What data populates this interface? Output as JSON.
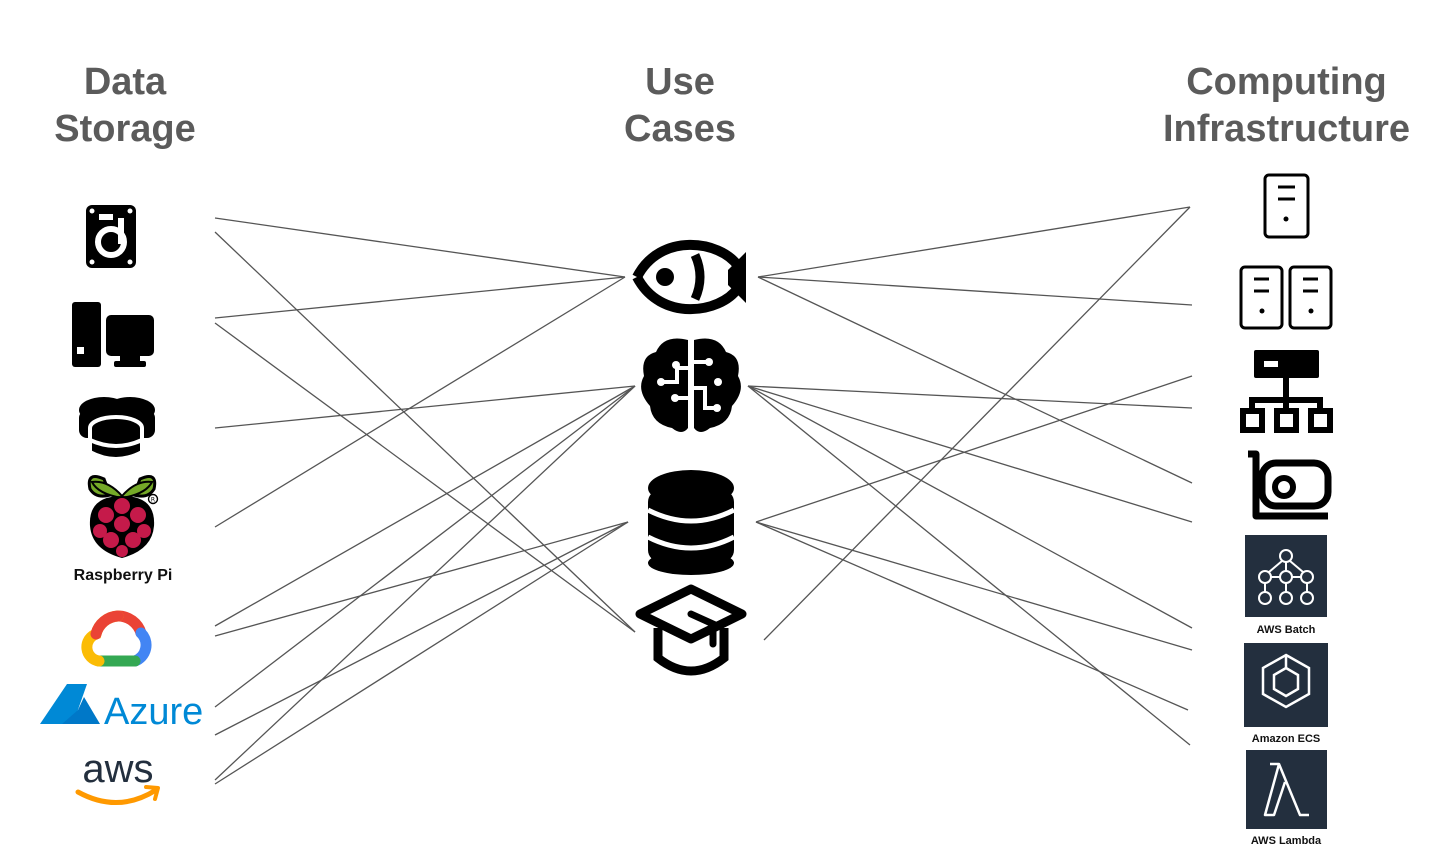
{
  "headings": {
    "storage": [
      "Data",
      "Storage"
    ],
    "use_cases": [
      "Use",
      "Cases"
    ],
    "computing": [
      "Computing",
      "Infrastructure"
    ]
  },
  "storage_nodes": [
    {
      "id": "hard-drive",
      "icon": "hard-drive-icon"
    },
    {
      "id": "desktop-computer",
      "icon": "desktop-computer-icon"
    },
    {
      "id": "database-cluster",
      "icon": "database-cluster-icon"
    },
    {
      "id": "raspberry-pi",
      "icon": "raspberry-pi-logo",
      "label": "Raspberry Pi"
    },
    {
      "id": "google-cloud",
      "icon": "google-cloud-logo"
    },
    {
      "id": "azure",
      "icon": "azure-logo",
      "label": "Azure"
    },
    {
      "id": "aws",
      "icon": "aws-logo",
      "label": "aws"
    }
  ],
  "use_case_nodes": [
    {
      "id": "fish",
      "icon": "fish-icon"
    },
    {
      "id": "brain",
      "icon": "brain-circuit-icon"
    },
    {
      "id": "database",
      "icon": "database-icon"
    },
    {
      "id": "education",
      "icon": "graduation-cap-icon"
    }
  ],
  "compute_nodes": [
    {
      "id": "server",
      "icon": "server-icon"
    },
    {
      "id": "server-pair",
      "icon": "server-pair-icon"
    },
    {
      "id": "network",
      "icon": "network-hierarchy-icon"
    },
    {
      "id": "gpu-card",
      "icon": "gpu-card-icon"
    },
    {
      "id": "aws-batch",
      "icon": "aws-batch-icon",
      "label": "AWS Batch"
    },
    {
      "id": "amazon-ecs",
      "icon": "amazon-ecs-icon",
      "label": "Amazon ECS"
    },
    {
      "id": "aws-lambda",
      "icon": "aws-lambda-icon",
      "label": "AWS Lambda"
    }
  ],
  "links": [
    [
      "hard-drive",
      "fish"
    ],
    [
      "hard-drive",
      "education"
    ],
    [
      "desktop-computer",
      "fish"
    ],
    [
      "desktop-computer",
      "education"
    ],
    [
      "database-cluster",
      "brain"
    ],
    [
      "raspberry-pi",
      "fish"
    ],
    [
      "google-cloud",
      "brain"
    ],
    [
      "google-cloud",
      "database"
    ],
    [
      "azure",
      "brain"
    ],
    [
      "azure",
      "database"
    ],
    [
      "aws",
      "brain"
    ],
    [
      "aws",
      "database"
    ],
    [
      "fish",
      "server"
    ],
    [
      "fish",
      "server-pair"
    ],
    [
      "fish",
      "aws-batch"
    ],
    [
      "brain",
      "network"
    ],
    [
      "brain",
      "aws-batch"
    ],
    [
      "brain",
      "amazon-ecs"
    ],
    [
      "brain",
      "aws-lambda"
    ],
    [
      "database",
      "network"
    ],
    [
      "database",
      "amazon-ecs"
    ],
    [
      "database",
      "aws-lambda"
    ],
    [
      "education",
      "server"
    ]
  ],
  "colors": {
    "heading": "#5b5b5b",
    "line": "#555555",
    "icon": "#000000",
    "aws_tile": "#232f3e",
    "raspberry": "#c51a4a",
    "raspberry_leaf": "#75a928",
    "azure": "#0089d6",
    "aws_smile": "#ff9900"
  }
}
